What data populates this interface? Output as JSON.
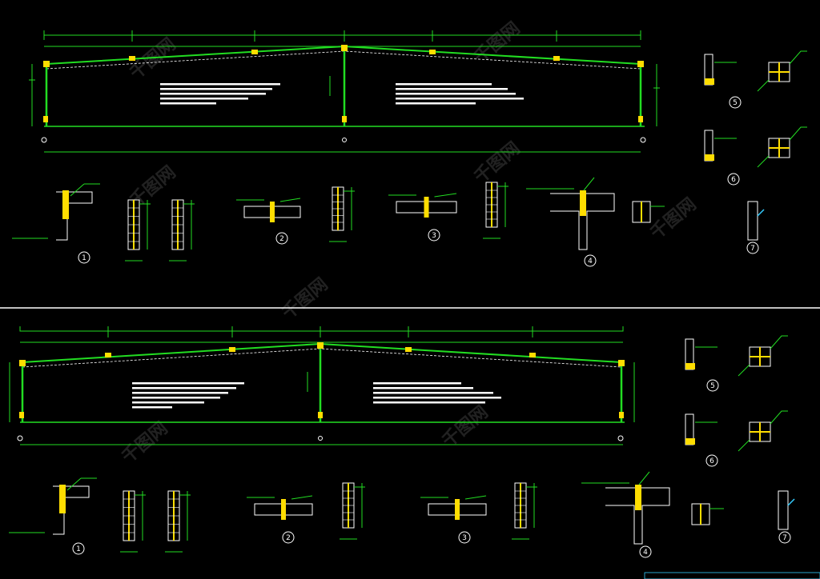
{
  "drawing": {
    "background": "#000000",
    "colors": {
      "frame": "#22dd22",
      "dimension": "#22dd22",
      "detail_outline": "#ffffff",
      "weld": "#ffdd00",
      "annotation": "#22dd22",
      "separator": "#ffffff",
      "cyan": "#33ccff"
    },
    "watermark_text": "千图网",
    "panels": [
      {
        "id": "upper",
        "detail_labels": [
          "1",
          "2",
          "3",
          "4",
          "5",
          "6",
          "7"
        ]
      },
      {
        "id": "lower",
        "detail_labels": [
          "1",
          "2",
          "3",
          "4",
          "5",
          "6",
          "7"
        ]
      }
    ]
  }
}
